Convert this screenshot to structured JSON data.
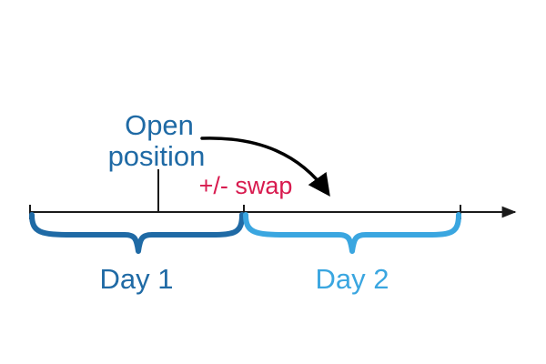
{
  "event": {
    "line1": "Open",
    "line2": "position"
  },
  "swap": {
    "label": "+/- swap"
  },
  "days": [
    {
      "label": "Day 1"
    },
    {
      "label": "Day 2"
    }
  ],
  "colors": {
    "day1": "#1f6aa5",
    "day2": "#3aa6e0",
    "event_text": "#1f6aa5",
    "swap_text": "#d81b4f",
    "axis": "#1a1a1a"
  }
}
